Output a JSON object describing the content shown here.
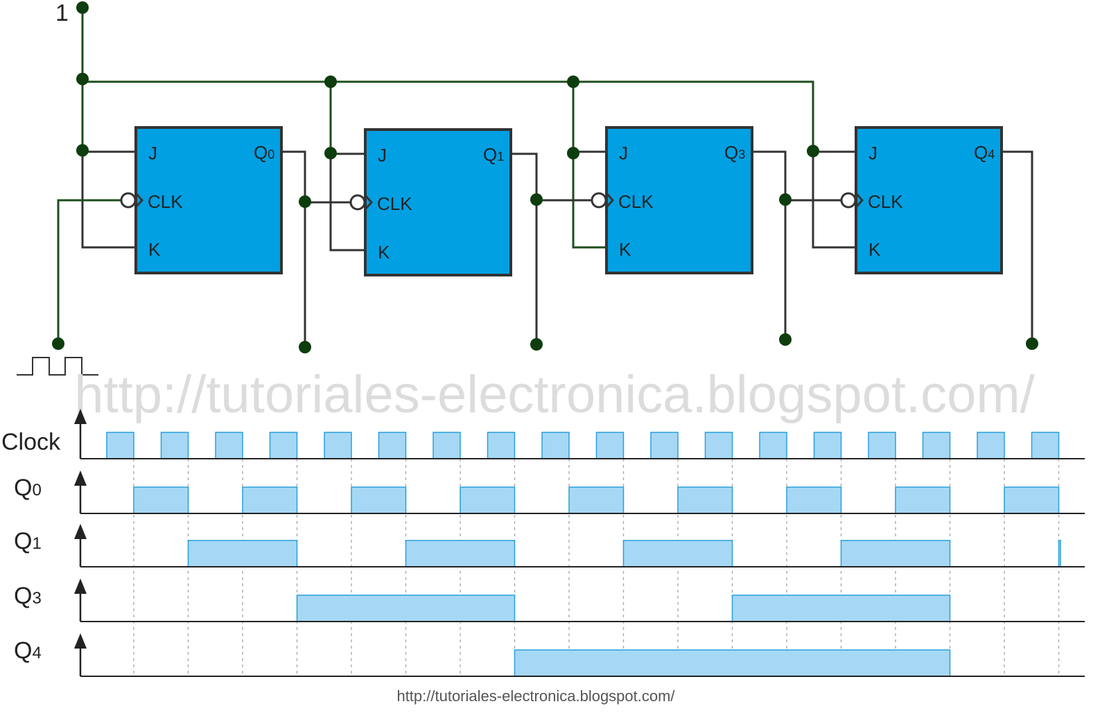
{
  "colors": {
    "block_fill": "#00a0e3",
    "block_stroke": "#333333",
    "wire_green": "#1e4d1e",
    "wire_dark": "#333333",
    "dot": "#0e3d0e",
    "pulse_fill": "#a6d8f5",
    "pulse_stroke": "#2a9fdb",
    "gridline": "#aaaaaa",
    "watermark": "#d8d8d8"
  },
  "supply_label": "1",
  "flip_flops": [
    {
      "j": "J",
      "clk": "CLK",
      "k": "K",
      "q_main": "Q",
      "q_sub": "0"
    },
    {
      "j": "J",
      "clk": "CLK",
      "k": "K",
      "q_main": "Q",
      "q_sub": "1"
    },
    {
      "j": "J",
      "clk": "CLK",
      "k": "K",
      "q_main": "Q",
      "q_sub": "3"
    },
    {
      "j": "J",
      "clk": "CLK",
      "k": "K",
      "q_main": "Q",
      "q_sub": "4"
    }
  ],
  "timing": {
    "signals": [
      {
        "main": "Clock",
        "sub": ""
      },
      {
        "main": "Q",
        "sub": "0"
      },
      {
        "main": "Q",
        "sub": "1"
      },
      {
        "main": "Q",
        "sub": "3"
      },
      {
        "main": "Q",
        "sub": "4"
      }
    ],
    "clock_pulses": 18
  },
  "watermark": "http://tutoriales-electronica.blogspot.com/",
  "footer": "http://tutoriales-electronica.blogspot.com/"
}
